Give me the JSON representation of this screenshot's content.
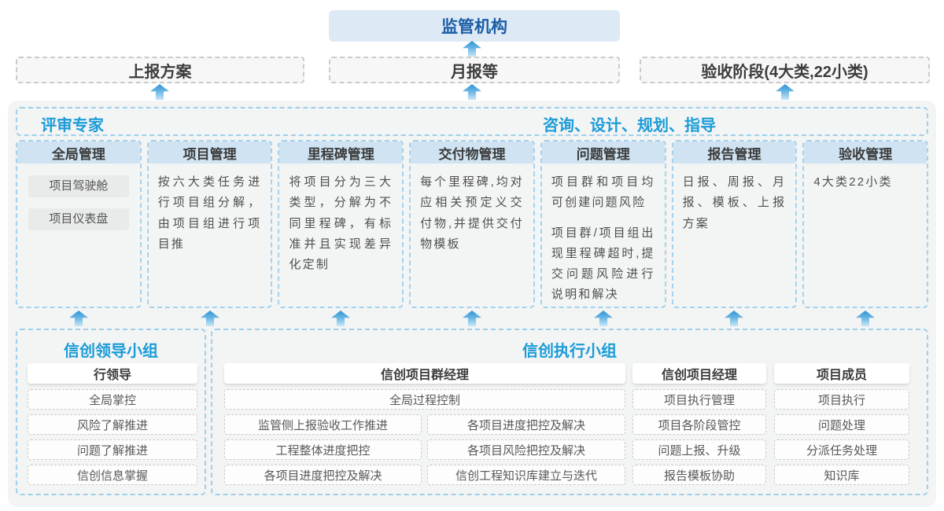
{
  "top": {
    "regulator_label": "监管机构"
  },
  "row2": {
    "report_plan": "上报方案",
    "monthly_report": "月报等",
    "acceptance_stage": "验收阶段(4大类,22小类)"
  },
  "platform": {
    "left_header": "评审专家",
    "right_header": "咨询、设计、规划、指导",
    "columns": [
      {
        "title": "全局管理",
        "chips": [
          "项目驾驶舱",
          "项目仪表盘"
        ]
      },
      {
        "title": "项目管理",
        "paragraphs": [
          "按六大类任务进行项目组分解，由项目组进行项目推"
        ]
      },
      {
        "title": "里程碑管理",
        "paragraphs": [
          "将项目分为三大类型，分解为不同里程碑，有标准并且实现差异化定制"
        ]
      },
      {
        "title": "交付物管理",
        "paragraphs": [
          "每个里程碑,均对应相关预定义交付物,并提供交付物模板"
        ]
      },
      {
        "title": "问题管理",
        "paragraphs": [
          "项目群和项目均可创建问题风险",
          "项目群/项目组出现里程碑超时,提交问题风险进行说明和解决"
        ]
      },
      {
        "title": "报告管理",
        "paragraphs": [
          "日报、周报、月报、模板、上报方案"
        ]
      },
      {
        "title": "验收管理",
        "paragraphs": [
          "4大类22小类"
        ]
      }
    ]
  },
  "bottom": {
    "leader_group": {
      "title": "信创领导小组",
      "role": "行领导",
      "items": [
        "全局掌控",
        "风险了解推进",
        "问题了解推进",
        "信创信息掌握"
      ]
    },
    "exec_group": {
      "title": "信创执行小组",
      "program_manager": {
        "role": "信创项目群经理",
        "full_width_item": "全局过程控制",
        "left_items": [
          "监管侧上报验收工作推进",
          "工程整体进度把控",
          "各项目进度把控及解决"
        ],
        "right_items": [
          "各项目进度把控及解决",
          "各项目风险把控及解决",
          "信创工程知识库建立与迭代"
        ]
      },
      "project_manager": {
        "role": "信创项目经理",
        "items": [
          "项目执行管理",
          "项目各阶段管控",
          "问题上报、升级",
          "报告模板协助"
        ]
      },
      "member": {
        "role": "项目成员",
        "items": [
          "项目执行",
          "问题处理",
          "分派任务处理",
          "知识库"
        ]
      }
    }
  },
  "colors": {
    "accent_blue": "#1b9cd8",
    "regulator_text": "#1b5ea6",
    "regulator_fill": "#dde9f5",
    "column_header_fill": "#cfe3f2",
    "arrow_blue": "#2d94d4",
    "dashed_blue": "#9fcfeb"
  }
}
